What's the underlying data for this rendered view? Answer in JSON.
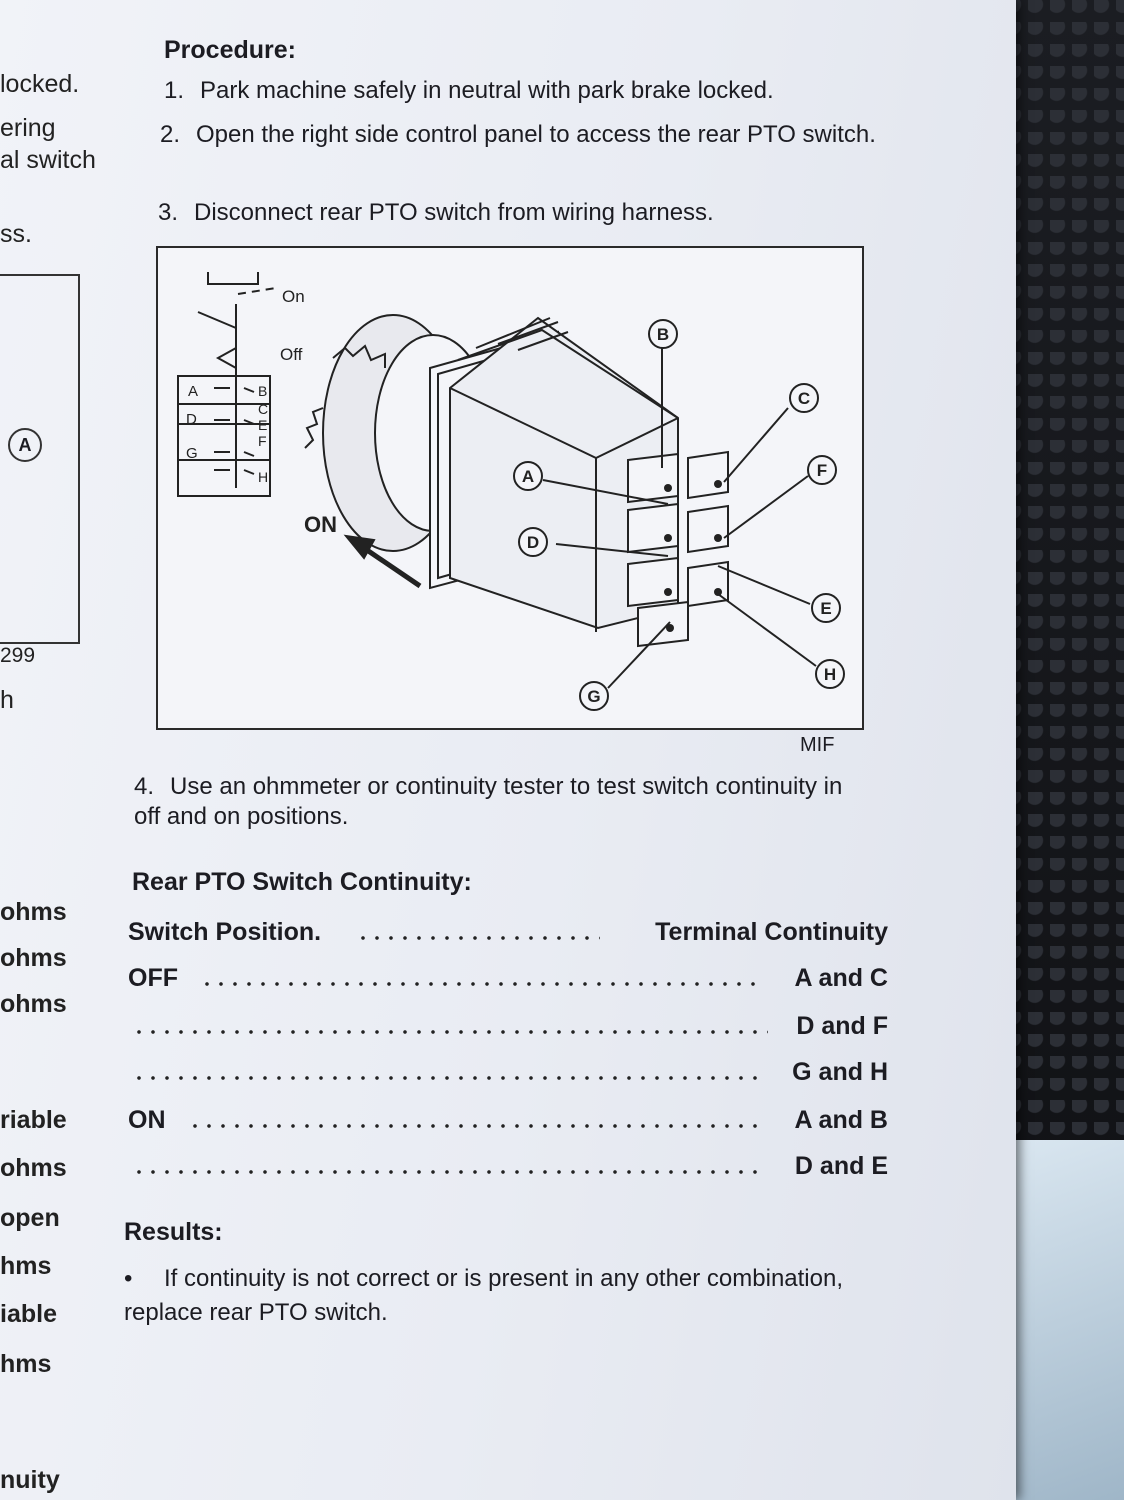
{
  "left_column": {
    "lines": [
      "locked.",
      "ering",
      "al switch",
      "ss.",
      "299",
      "h",
      "ohms",
      "ohms",
      "ohms",
      "riable",
      "ohms",
      "open",
      "hms",
      "iable",
      "hms",
      "nuity"
    ],
    "callout": "A"
  },
  "procedure": {
    "title": "Procedure:",
    "steps": [
      {
        "num": "1.",
        "text": "Park machine safely in neutral with park brake locked."
      },
      {
        "num": "2.",
        "text": "Open the right side control panel to access the rear PTO switch."
      },
      {
        "num": "3.",
        "text": "Disconnect rear PTO switch from wiring harness."
      },
      {
        "num": "4.",
        "text": "Use an ohmmeter or continuity tester to test switch continuity in off and on positions."
      }
    ]
  },
  "diagram": {
    "schematic_on": "On",
    "schematic_off": "Off",
    "schematic_left": [
      "A",
      "D",
      "G"
    ],
    "schematic_right": [
      "B",
      "C",
      "E",
      "F",
      "H"
    ],
    "on_label": "ON",
    "callouts": [
      "B",
      "C",
      "F",
      "A",
      "D",
      "E",
      "H",
      "G"
    ],
    "code": "MIF"
  },
  "continuity": {
    "title": "Rear PTO Switch Continuity:",
    "header_left": "Switch Position.",
    "header_right": "Terminal Continuity",
    "rows": [
      {
        "position": "OFF",
        "terminals": "A and C"
      },
      {
        "position": "",
        "terminals": "D and F"
      },
      {
        "position": "",
        "terminals": "G and H"
      },
      {
        "position": "ON",
        "terminals": "A and B"
      },
      {
        "position": "",
        "terminals": "D and E"
      }
    ]
  },
  "results": {
    "title": "Results:",
    "bullet_symbol": "•",
    "text": "If continuity is not correct or is present in any other combination, replace rear PTO switch."
  }
}
